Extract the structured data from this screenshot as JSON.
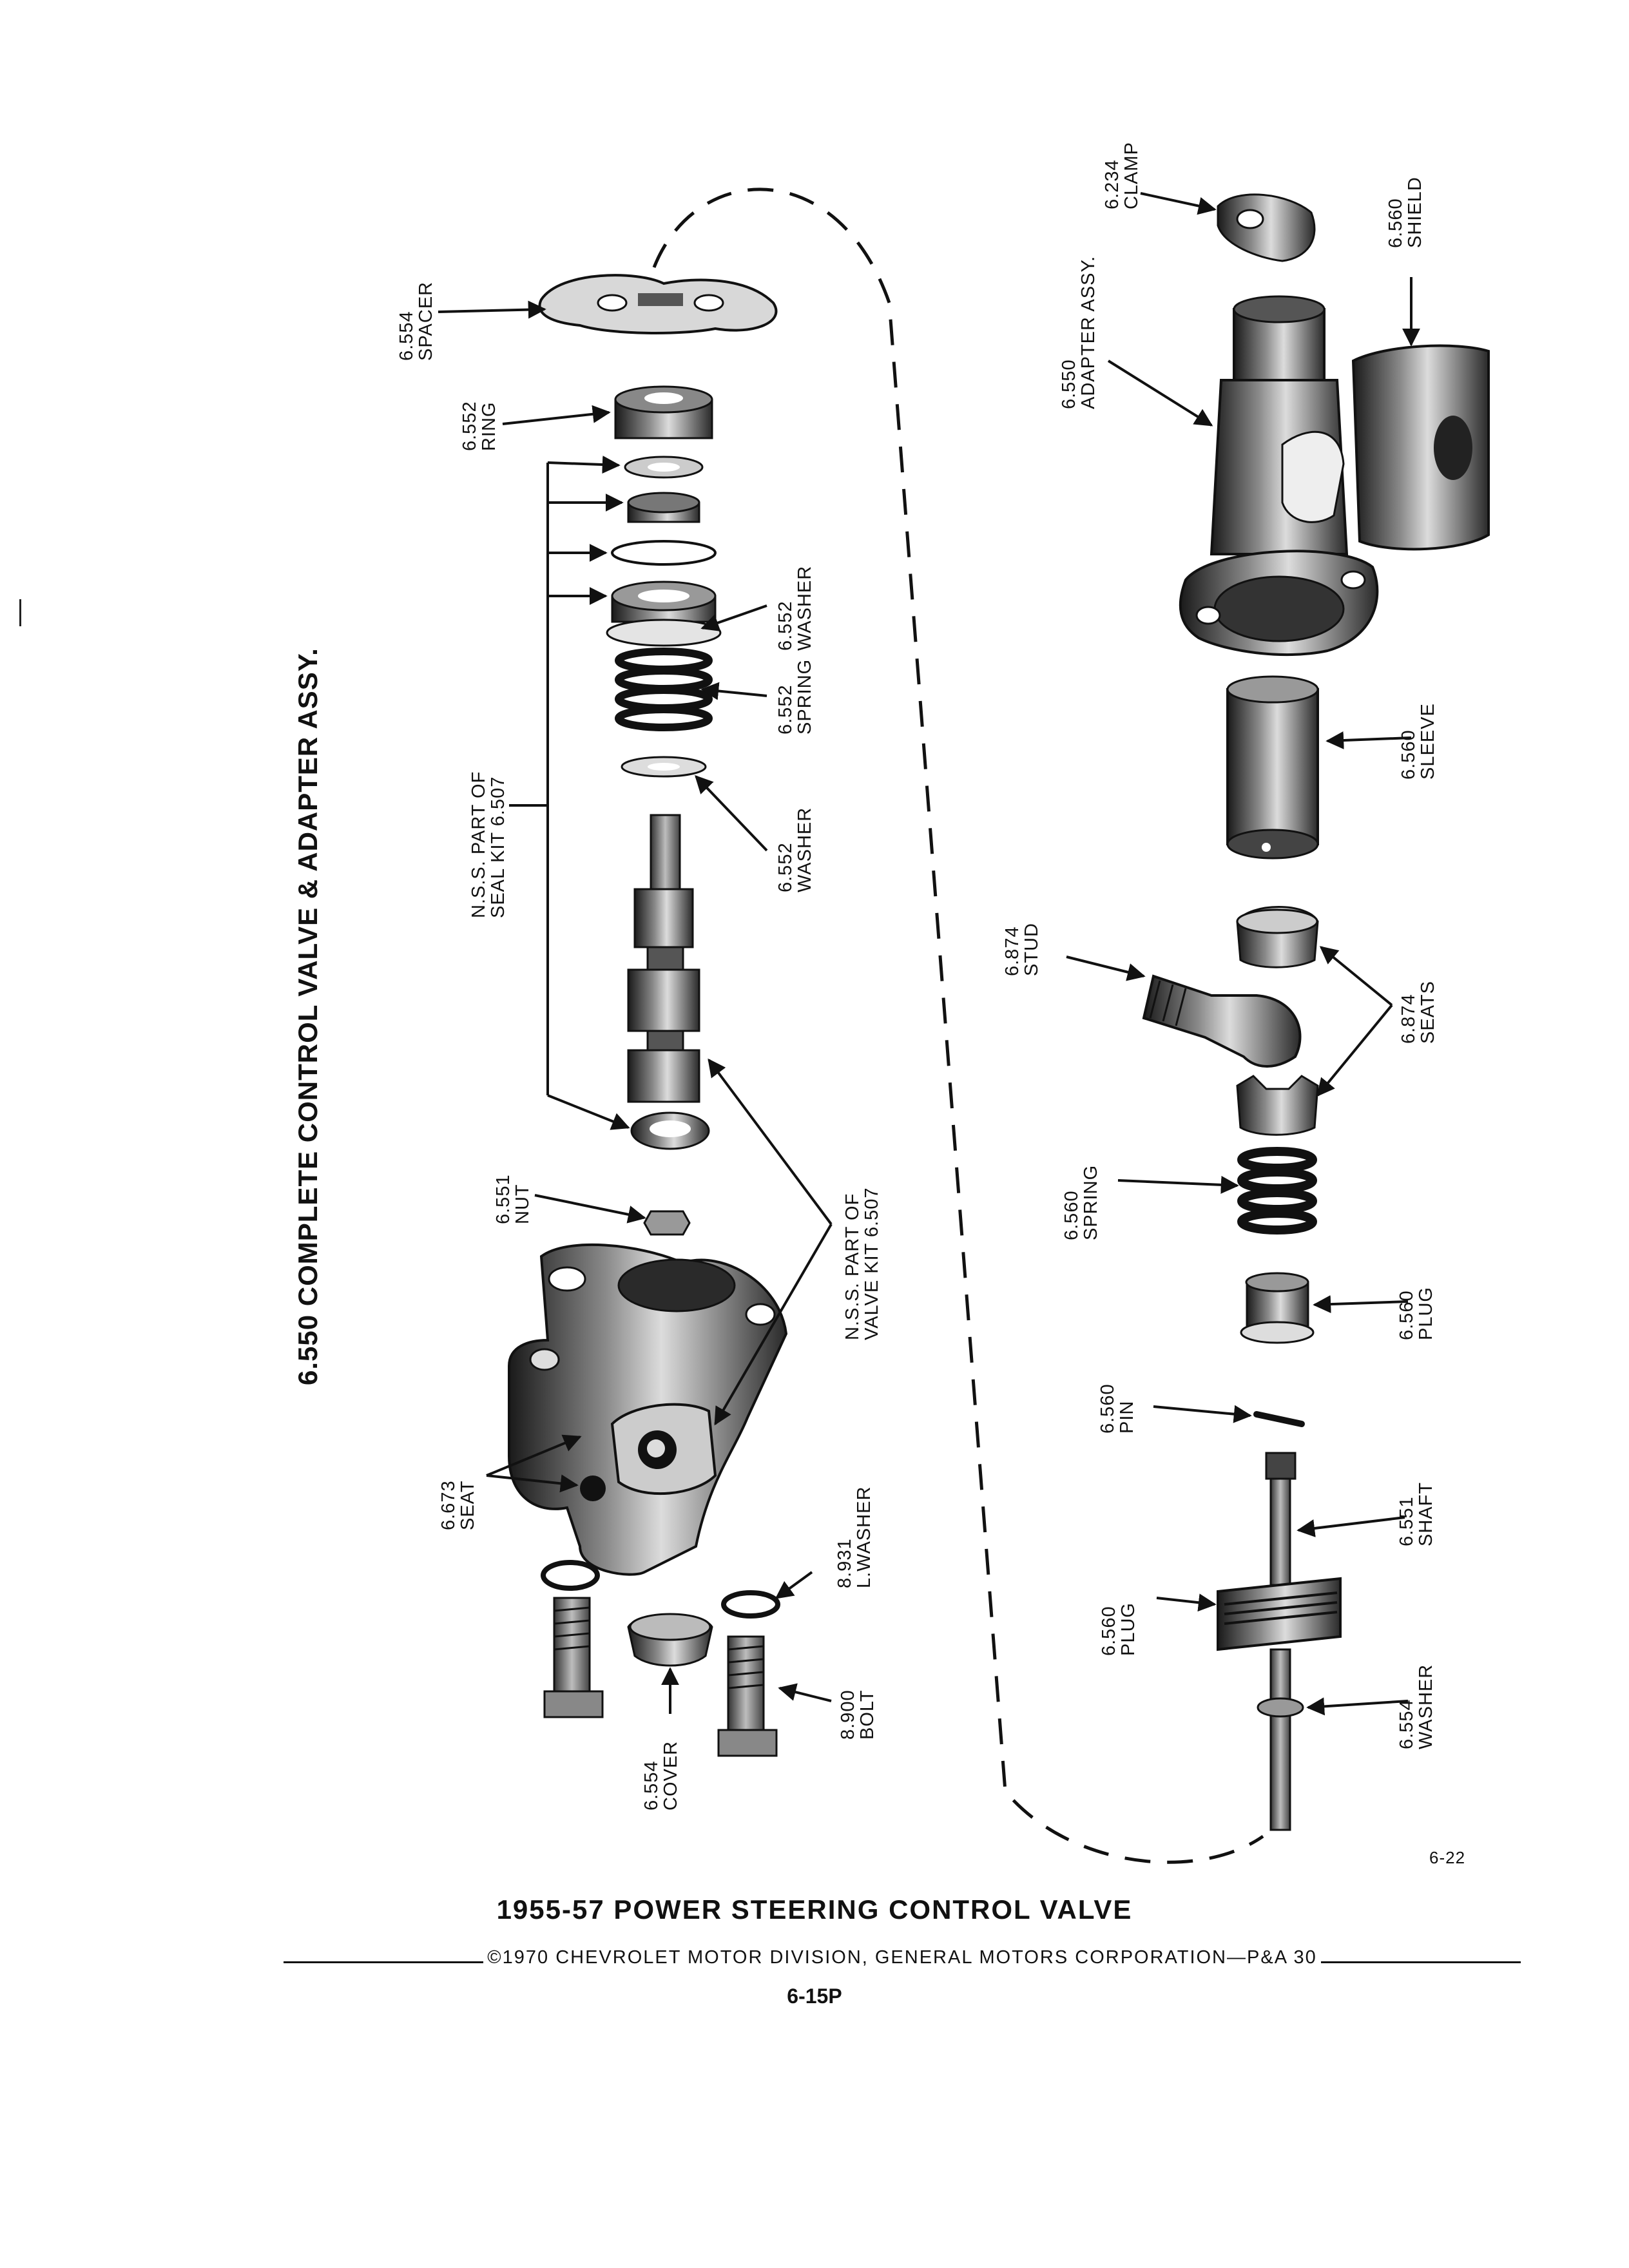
{
  "heading": "6.550 COMPLETE CONTROL VALVE & ADAPTER ASSY.",
  "labels": {
    "spacer_no": "6.554",
    "spacer": "SPACER",
    "ring_no": "6.552",
    "ring": "RING",
    "washer_top_no": "6.552",
    "washer_top": "WASHER",
    "spring_top_no": "6.552",
    "spring_top": "SPRING",
    "washer_mid_no": "6.552",
    "washer_mid": "WASHER",
    "seal_kit_1": "N.S.S. PART OF",
    "seal_kit_2": "SEAL KIT 6.507",
    "valve_kit_1": "N.S.S. PART OF",
    "valve_kit_2": "VALVE KIT 6.507",
    "nut_no": "6.551",
    "nut": "NUT",
    "seat_no": "6.673",
    "seat": "SEAT",
    "lwasher_no": "8.931",
    "lwasher": "L.WASHER",
    "cover_no": "6.554",
    "cover": "COVER",
    "bolt_no": "8.900",
    "bolt": "BOLT",
    "clamp_no": "6.234",
    "clamp": "CLAMP",
    "shield_no": "6.560",
    "shield": "SHIELD",
    "adapter_no": "6.550",
    "adapter": "ADAPTER ASSY.",
    "sleeve_no": "6.560",
    "sleeve": "SLEEVE",
    "stud_no": "6.874",
    "stud": "STUD",
    "seats_no": "6.874",
    "seats": "SEATS",
    "spring_r_no": "6.560",
    "spring_r": "SPRING",
    "plug_r_no": "6.560",
    "plug_r": "PLUG",
    "pin_no": "6.560",
    "pin": "PIN",
    "shaft_no": "6.551",
    "shaft": "SHAFT",
    "plug_lower_no": "6.560",
    "plug_lower": "PLUG",
    "washer_low_no": "6.554",
    "washer_low": "WASHER"
  },
  "figure_ref": "6-22",
  "footer": {
    "title": "1955-57 POWER STEERING CONTROL VALVE",
    "copyright": "©1970 CHEVROLET MOTOR DIVISION, GENERAL MOTORS CORPORATION—P&A 30",
    "page": "6-15P"
  }
}
